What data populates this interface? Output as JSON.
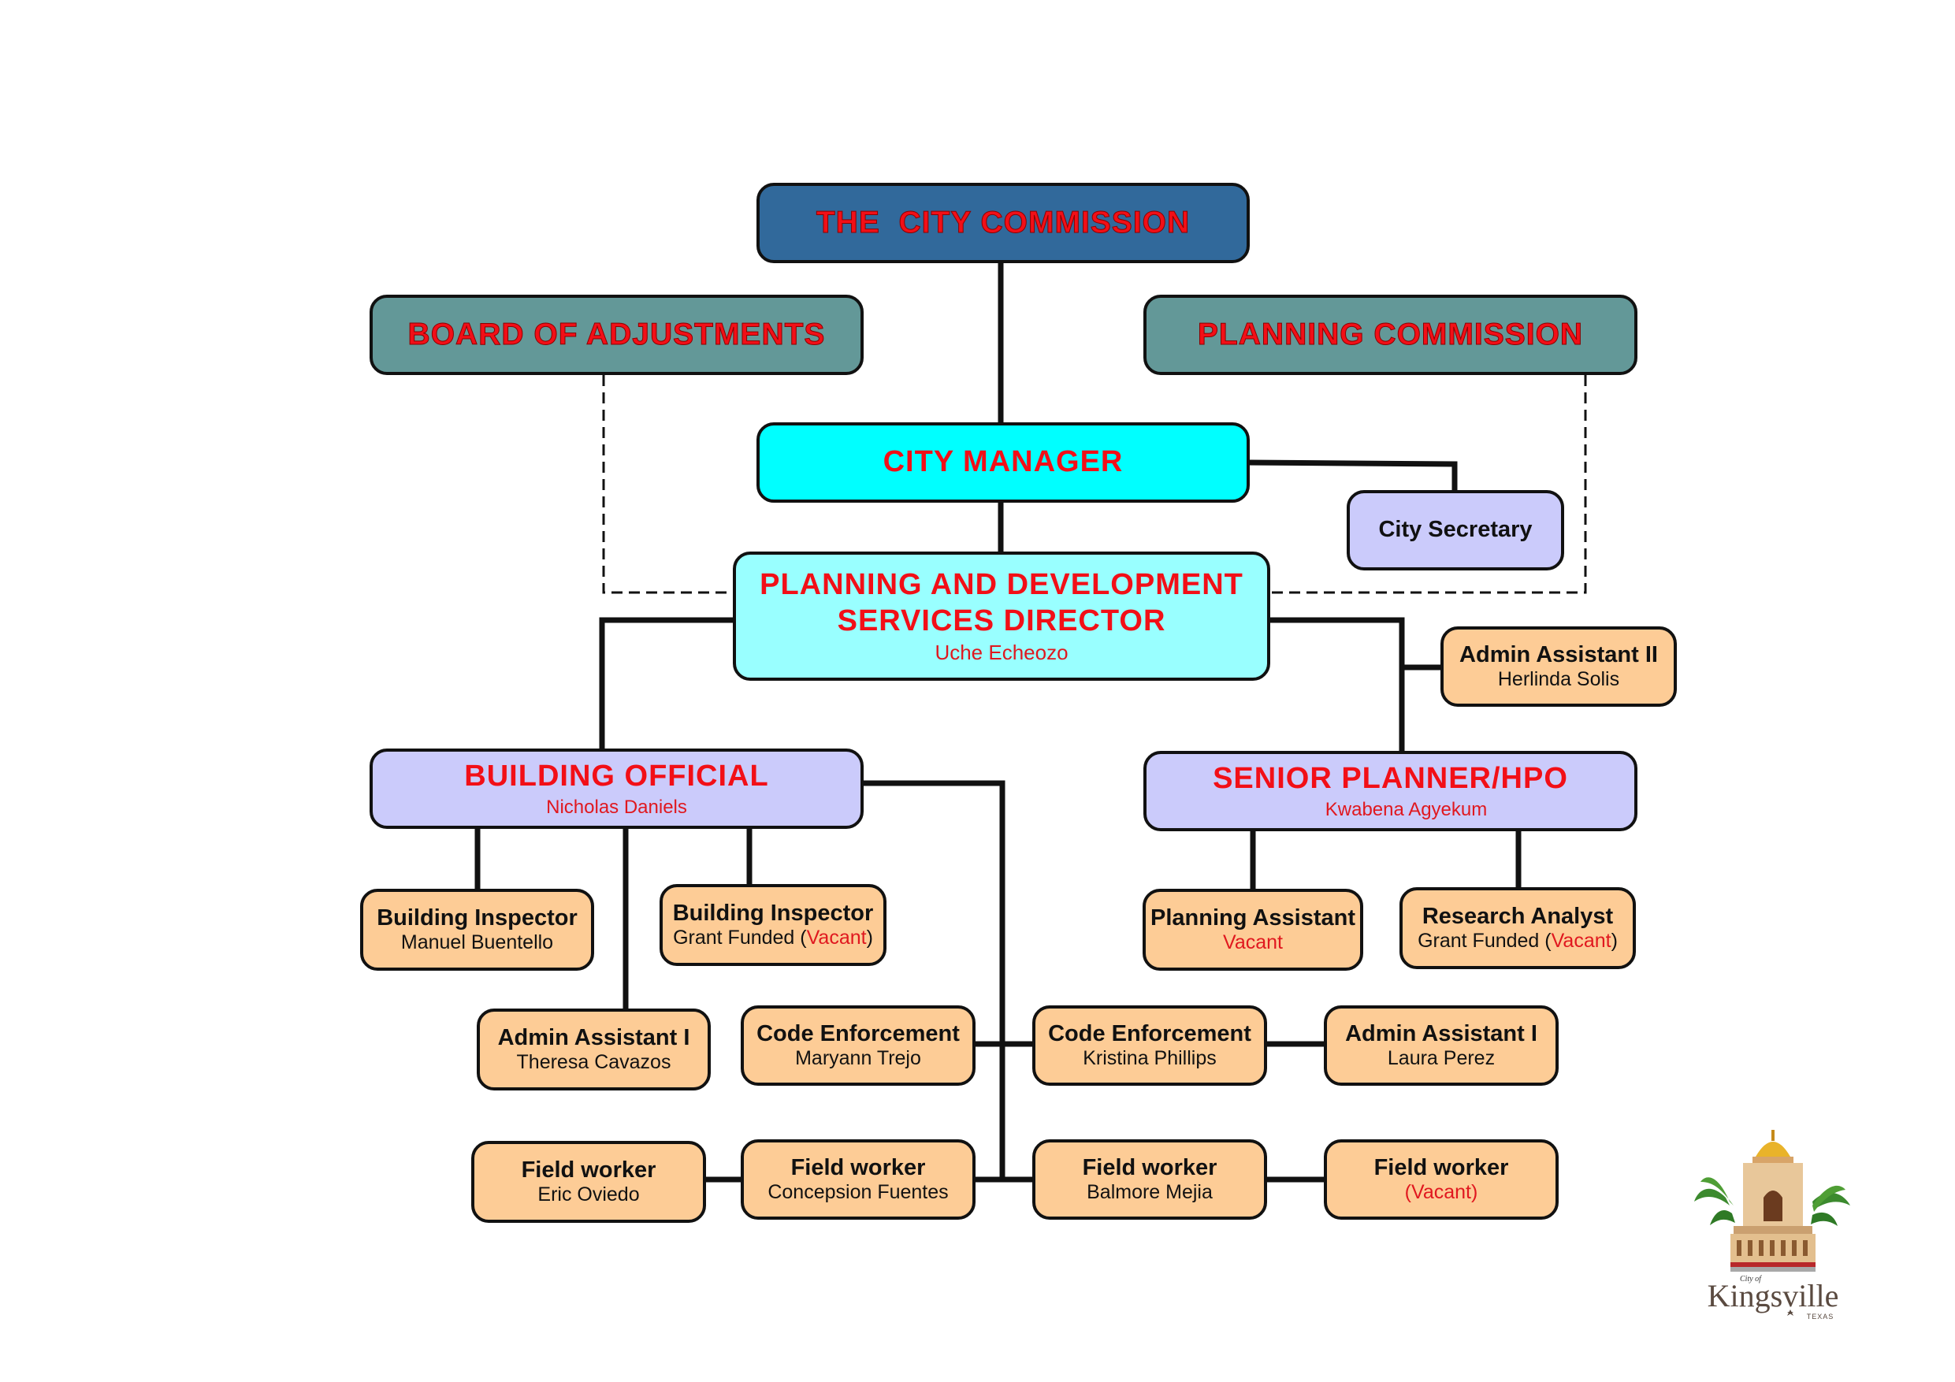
{
  "title": "",
  "colors": {
    "commission": "#31699b",
    "board": "#639898",
    "city_manager": "#00ffff",
    "director": "#99ffff",
    "lavender": "#cbcbfb",
    "peach": "#fdcc96",
    "red_text": "#f20f17"
  },
  "nodes": {
    "city_commission": {
      "title": "THE  CITY COMMISSION"
    },
    "board_of_adjustments": {
      "title": "BOARD OF ADJUSTMENTS"
    },
    "planning_commission": {
      "title": "PLANNING COMMISSION"
    },
    "city_manager": {
      "title": "CITY MANAGER"
    },
    "city_secretary": {
      "title": "City Secretary"
    },
    "director": {
      "title_line1": "PLANNING AND DEVELOPMENT",
      "title_line2": "SERVICES DIRECTOR",
      "name": "Uche Echeozo"
    },
    "admin_assistant_2": {
      "title": "Admin Assistant II",
      "name": "Herlinda Solis"
    },
    "building_official": {
      "title": "BUILDING OFFICIAL",
      "name": "Nicholas Daniels"
    },
    "senior_planner": {
      "title": "SENIOR PLANNER/HPO",
      "name": "Kwabena Agyekum"
    },
    "building_inspector_1": {
      "title": "Building Inspector",
      "name": "Manuel Buentello"
    },
    "building_inspector_2": {
      "title": "Building Inspector",
      "name_prefix": "Grant Funded (",
      "name_vacant": "Vacant",
      "name_suffix": ")"
    },
    "planning_assistant": {
      "title": "Planning Assistant",
      "name": "Vacant"
    },
    "research_analyst": {
      "title": "Research Analyst",
      "name_prefix": "Grant Funded (",
      "name_vacant": "Vacant",
      "name_suffix": ")"
    },
    "admin_assistant_1a": {
      "title": "Admin Assistant I",
      "name": "Theresa Cavazos"
    },
    "code_enforcement_1": {
      "title": "Code Enforcement",
      "name": "Maryann Trejo"
    },
    "code_enforcement_2": {
      "title": "Code Enforcement",
      "name": "Kristina Phillips"
    },
    "admin_assistant_1b": {
      "title": "Admin Assistant I",
      "name": "Laura Perez"
    },
    "field_worker_1": {
      "title": "Field worker",
      "name": "Eric Oviedo"
    },
    "field_worker_2": {
      "title": "Field worker",
      "name": "Concepsion Fuentes"
    },
    "field_worker_3": {
      "title": "Field worker",
      "name": "Balmore Mejia"
    },
    "field_worker_4": {
      "title": "Field worker",
      "name": "(Vacant)"
    }
  },
  "logo": {
    "top_text": "City of",
    "name": "Kingsville",
    "sub": "TEXAS"
  }
}
